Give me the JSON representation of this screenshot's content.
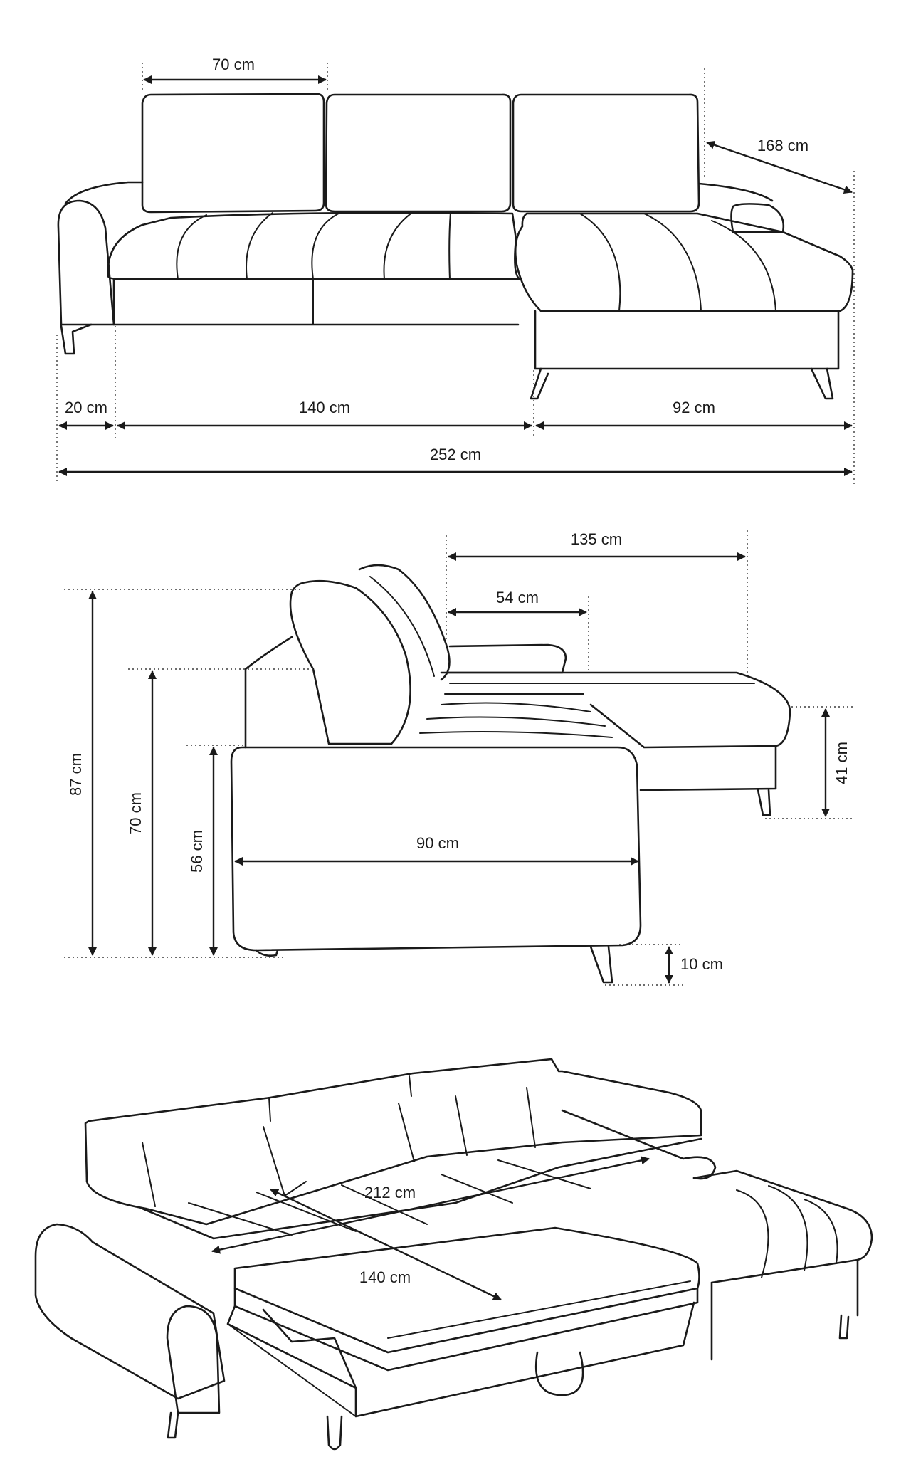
{
  "colors": {
    "line": "#1a1a1a",
    "background": "#ffffff"
  },
  "front_view": {
    "seat_width": "70 cm",
    "depth": "168 cm",
    "armrest": "20 cm",
    "middle": "140 cm",
    "chaise": "92 cm",
    "total_width": "252 cm"
  },
  "side_view": {
    "chaise_length": "135 cm",
    "chaise_section": "54 cm",
    "total_height": "87 cm",
    "armrest_height": "70 cm",
    "seat_height": "56 cm",
    "depth": "90 cm",
    "chaise_height": "41 cm",
    "leg_height": "10 cm"
  },
  "bed_view": {
    "bed_length": "212 cm",
    "bed_width": "140 cm"
  }
}
